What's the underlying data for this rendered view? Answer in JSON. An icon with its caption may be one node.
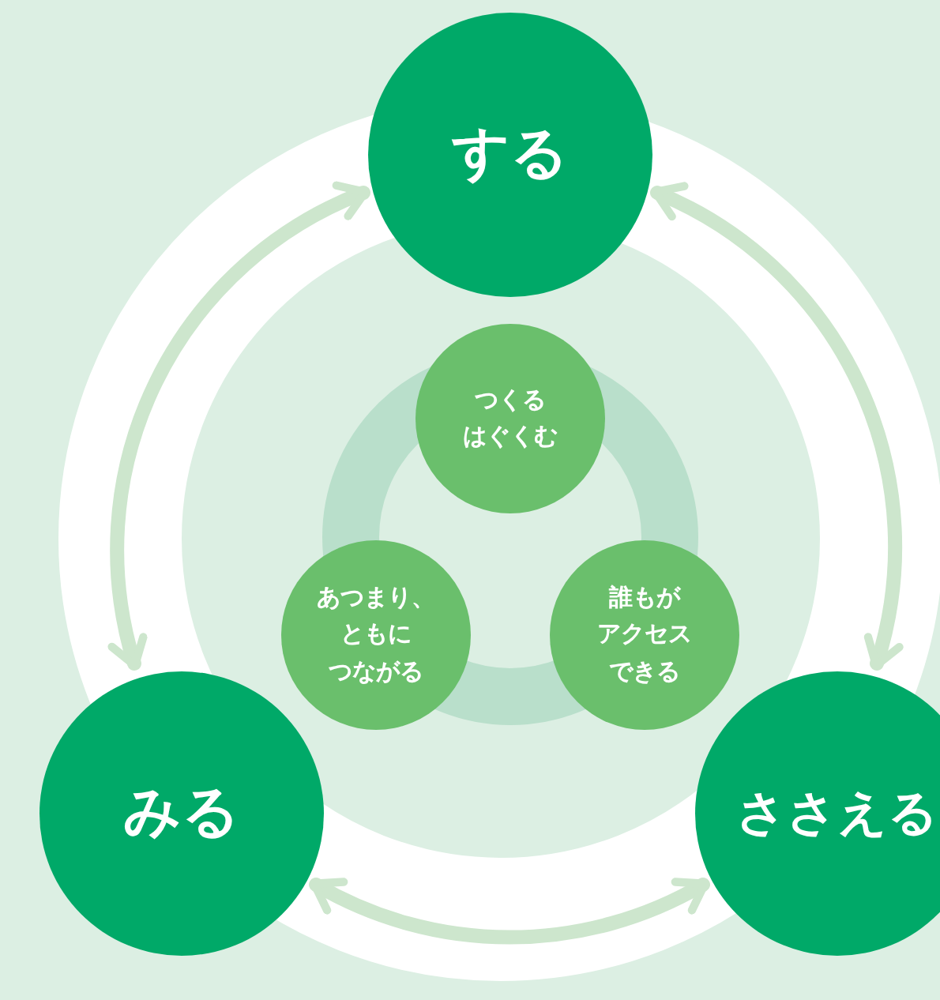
{
  "diagram": {
    "nodes": [
      {
        "text": [
          "する"
        ]
      },
      {
        "text": [
          "つくるはぐくむ"
        ]
      },
      {
        "text": [
          "あつまり、ともにつながる"
        ]
      },
      {
        "text": [
          "誰もがアクセスできる"
        ]
      },
      {
        "text": [
          "みる"
        ]
      },
      {
        "text": [
          "ささえる"
        ]
      }
    ],
    "edges": [
      {
        "from": 0,
        "to": 4,
        "arrow": "both"
      },
      {
        "from": 0,
        "to": 5,
        "arrow": "both"
      },
      {
        "from": 4,
        "to": 5,
        "arrow": "both"
      }
    ]
  }
}
